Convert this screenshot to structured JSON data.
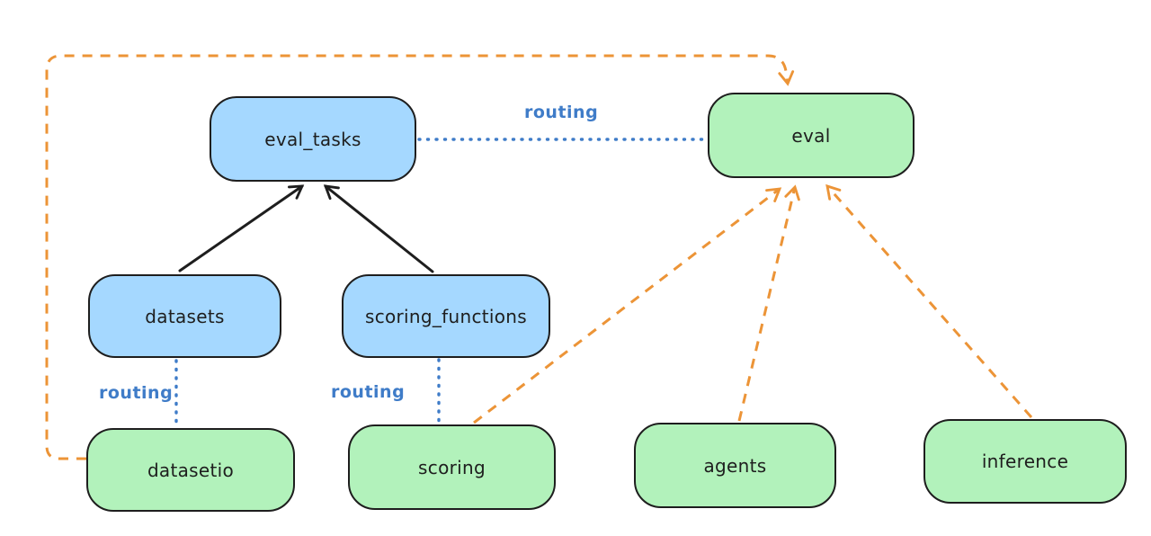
{
  "diagram": {
    "colors": {
      "background": "#ffffff",
      "node_border": "#1e1e1e",
      "node_text": "#1e1e1e",
      "blue_fill": "#a5d8ff",
      "green_fill": "#b2f2bb",
      "routing_blue": "#3f7cc8",
      "orange": "#ec9437",
      "black": "#1e1e1e"
    },
    "nodes": [
      {
        "id": "eval_tasks",
        "label": "eval_tasks",
        "color": "blue"
      },
      {
        "id": "eval",
        "label": "eval",
        "color": "green"
      },
      {
        "id": "datasets",
        "label": "datasets",
        "color": "blue"
      },
      {
        "id": "scoring_functions",
        "label": "scoring_functions",
        "color": "blue"
      },
      {
        "id": "datasetio",
        "label": "datasetio",
        "color": "green"
      },
      {
        "id": "scoring",
        "label": "scoring",
        "color": "green"
      },
      {
        "id": "agents",
        "label": "agents",
        "color": "green"
      },
      {
        "id": "inference",
        "label": "inference",
        "color": "green"
      }
    ],
    "edge_labels": [
      {
        "id": "routing-eval_tasks-eval",
        "text": "routing"
      },
      {
        "id": "routing-datasets-datasetio",
        "text": "routing"
      },
      {
        "id": "routing-scoring_functions-scoring",
        "text": "routing"
      }
    ],
    "edges": [
      {
        "from": "datasets",
        "to": "eval_tasks",
        "style": "solid-black-arrow"
      },
      {
        "from": "scoring_functions",
        "to": "eval_tasks",
        "style": "solid-black-arrow"
      },
      {
        "from": "eval_tasks",
        "to": "eval",
        "style": "dotted-blue",
        "label": "routing"
      },
      {
        "from": "datasets",
        "to": "datasetio",
        "style": "dotted-blue",
        "label": "routing"
      },
      {
        "from": "scoring_functions",
        "to": "scoring",
        "style": "dotted-blue",
        "label": "routing"
      },
      {
        "from": "datasetio",
        "to": "eval",
        "style": "dashed-orange-arrow"
      },
      {
        "from": "scoring",
        "to": "eval",
        "style": "dashed-orange-arrow"
      },
      {
        "from": "agents",
        "to": "eval",
        "style": "dashed-orange-arrow"
      },
      {
        "from": "inference",
        "to": "eval",
        "style": "dashed-orange-arrow"
      }
    ]
  }
}
